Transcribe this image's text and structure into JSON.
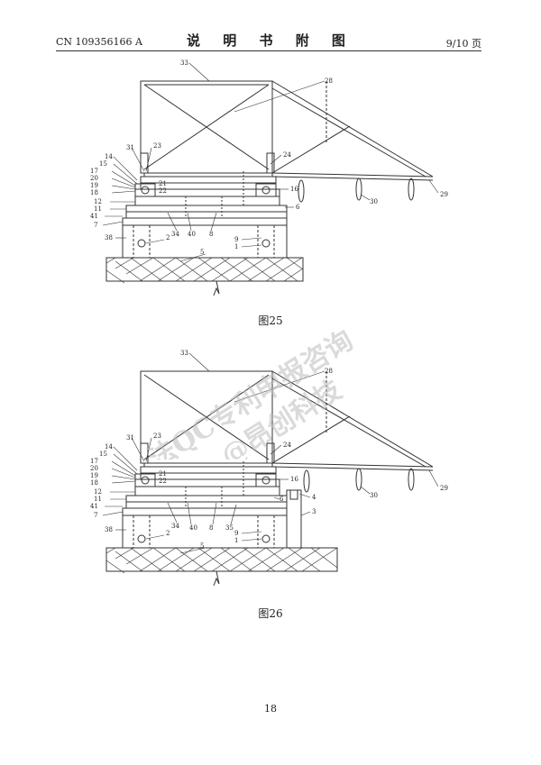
{
  "header": {
    "patent_number": "CN 109356166 A",
    "title": "说 明 书 附 图",
    "page_indicator": "9/10 页"
  },
  "watermark": {
    "line1": "法QC专利申报咨询",
    "line2": "@昂创科技"
  },
  "figures": [
    {
      "caption": "图25",
      "labels": [
        "33",
        "28",
        "31",
        "23",
        "24",
        "14",
        "15",
        "17",
        "20",
        "19",
        "18",
        "21",
        "22",
        "16",
        "12",
        "11",
        "41",
        "7",
        "34",
        "40",
        "8",
        "6",
        "38",
        "2",
        "9",
        "1",
        "5",
        "30",
        "29"
      ]
    },
    {
      "caption": "图26",
      "labels": [
        "33",
        "28",
        "31",
        "23",
        "24",
        "14",
        "15",
        "17",
        "20",
        "19",
        "18",
        "21",
        "22",
        "16",
        "12",
        "11",
        "41",
        "7",
        "34",
        "40",
        "8",
        "35",
        "6",
        "4",
        "3",
        "38",
        "2",
        "9",
        "1",
        "5",
        "30",
        "29"
      ]
    }
  ],
  "page_number": "18"
}
